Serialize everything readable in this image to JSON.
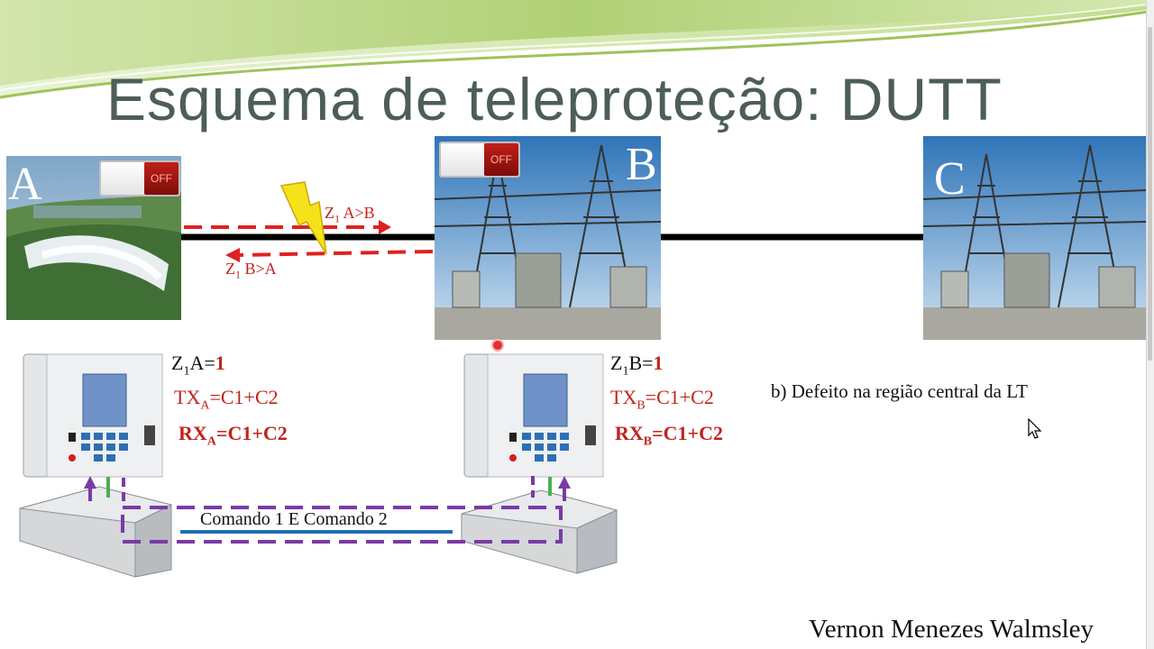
{
  "title": "Esquema de teleproteção: DUTT",
  "sites": {
    "a": {
      "letter": "A",
      "breaker_state": "OFF"
    },
    "b": {
      "letter": "B",
      "breaker_state": "OFF"
    },
    "c": {
      "letter": "C"
    }
  },
  "signals": {
    "z1_a_to_b": {
      "z": "Z",
      "sub": "1",
      "rest": " A>B"
    },
    "z1_b_to_a": {
      "z": "Z",
      "sub": "1",
      "rest": " B>A"
    }
  },
  "relay_a": {
    "z1": {
      "z": "Z",
      "sub": "1",
      "text": "A=",
      "value": "1"
    },
    "tx": {
      "main": "TX",
      "sub": "A",
      "rest": "=C1+C2"
    },
    "rx": {
      "main": "RX",
      "sub": "A",
      "rest": "=C1+C2"
    }
  },
  "relay_b": {
    "z1": {
      "z": "Z",
      "sub": "1",
      "text": "B=",
      "value": "1"
    },
    "tx": {
      "main": "TX",
      "sub": "B",
      "rest": "=C1+C2"
    },
    "rx": {
      "main": "RX",
      "sub": "B",
      "rest": "=C1+C2"
    }
  },
  "comm_link_label": "Comando 1 E Comando 2",
  "note": "b) Defeito na região central da LT",
  "author": "Vernon Menezes Walmsley",
  "colors": {
    "signal_red": "#e02020",
    "line_black": "#000000",
    "comm_purple": "#7a3aa6",
    "comm_blue": "#1e6fb8",
    "title_gray": "#4c5e56"
  }
}
